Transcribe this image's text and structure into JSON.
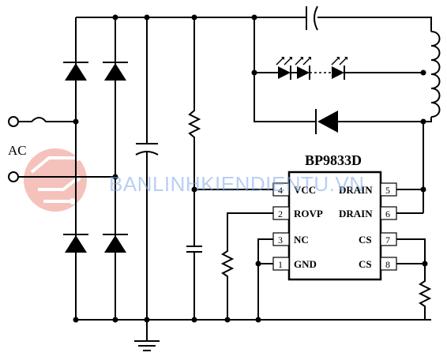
{
  "chip": {
    "name": "BP9833D",
    "pins": [
      {
        "num": "4",
        "label": "VCC"
      },
      {
        "num": "2",
        "label": "ROVP"
      },
      {
        "num": "3",
        "label": "NC"
      },
      {
        "num": "1",
        "label": "GND"
      },
      {
        "num": "5",
        "label": "DRAIN"
      },
      {
        "num": "6",
        "label": "DRAIN"
      },
      {
        "num": "7",
        "label": "CS"
      },
      {
        "num": "8",
        "label": "CS"
      }
    ]
  },
  "input_label": "AC",
  "watermark": "BANLINHKIENDIENTU.VN",
  "colors": {
    "wire": "#000000",
    "watermark": "#7fa7e6",
    "logo": "#e98a7d"
  }
}
